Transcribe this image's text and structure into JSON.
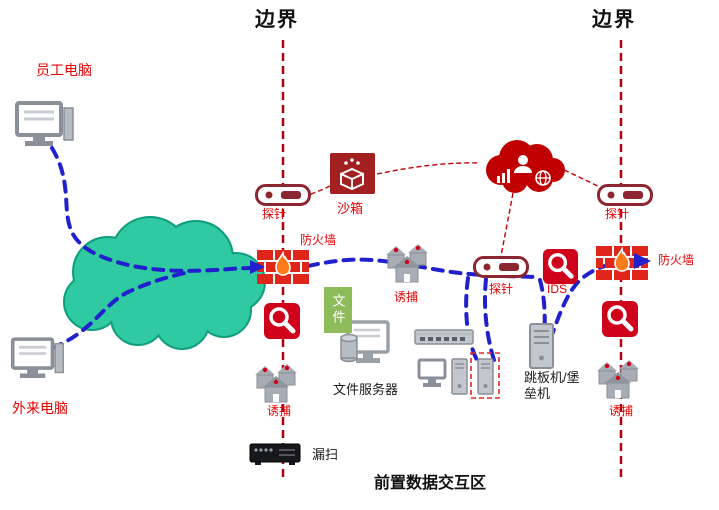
{
  "labels": {
    "boundary_left": "边界",
    "boundary_right": "边界",
    "employee_pc": "员工电脑",
    "external_pc": "外来电脑",
    "probe_left": "探针",
    "probe_mid": "探针",
    "probe_right": "探针",
    "sandbox": "沙箱",
    "firewall_left": "防火墙",
    "firewall_right": "防火墙",
    "decoy_top": "诱捕",
    "decoy_bottom_left": "诱捕",
    "decoy_right": "诱捕",
    "ids": "IDS",
    "file_box": "文件",
    "file_server": "文件服务器",
    "jump_server": "跳板机/堡垒机",
    "vuln_scan": "漏扫",
    "zone": "前置数据交互区"
  },
  "icons": {
    "employee_computer": "desktop-computer-icon",
    "external_computer": "desktop-computer-icon",
    "internet_cloud": "teal-cloud-shape",
    "threat_intel_cloud": "red-cloud-service-icon",
    "probe": "probe-sensor-icon",
    "sandbox": "sandbox-box-icon",
    "firewall": "brick-wall-flame-icon",
    "decoy": "honeypot-houses-icon",
    "scanner": "red-magnifier-icon",
    "file_server": "monitor-icon",
    "database": "cylinder-icon",
    "switch": "network-switch-icon",
    "workstation": "monitor-and-towers-icon",
    "jump_server": "server-tower-icon",
    "vuln_scanner": "black-rack-appliance-icon"
  },
  "colors": {
    "boundary_red": "#b00012",
    "label_red": "#e60000",
    "path_blue": "#2020cc",
    "cloud_teal": "#2fc9a2",
    "cloud_teal_border": "#0f9e7c",
    "icon_maroon": "#8c2631",
    "sandbox_dark_red": "#a32020",
    "brick_red": "#e0251b",
    "magnifier_red": "#d0021b",
    "red_cloud": "#c00000",
    "file_green": "#8fbc5a",
    "device_gray": "#9aa0a6",
    "flame_orange": "#ff7a1a"
  }
}
